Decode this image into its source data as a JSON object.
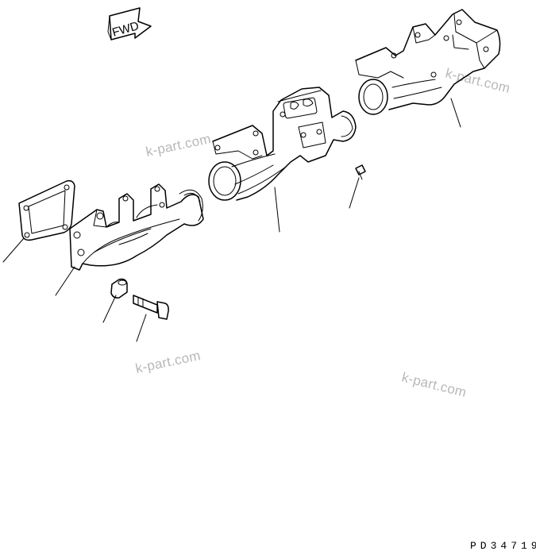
{
  "diagram": {
    "direction_badge": "FWD",
    "reference_code": "PD34719",
    "watermarks": [
      "k-part.com",
      "k-part.com",
      "k-part.com",
      "k-part.com"
    ]
  }
}
